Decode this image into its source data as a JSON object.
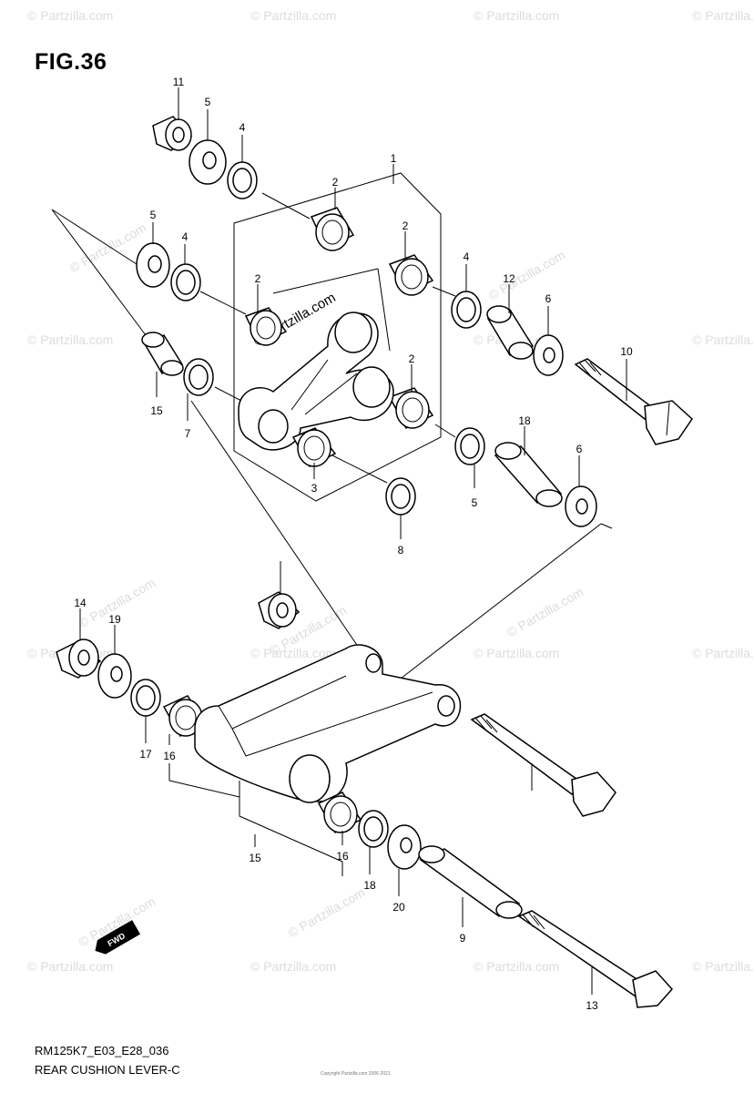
{
  "figure": {
    "title": "FIG.36"
  },
  "footer": {
    "model_code": "RM125K7_E03_E28_036",
    "diagram_name": "REAR CUSHION LEVER-C",
    "copyright": "Copyright Partzilla.com 2006-2021"
  },
  "watermark": {
    "text": "© Partzilla.com"
  },
  "fwd_badge": {
    "text": "FWD"
  },
  "callouts": [
    "1",
    "2",
    "2",
    "2",
    "2",
    "3",
    "4",
    "4",
    "4",
    "5",
    "5",
    "5",
    "6",
    "6",
    "7",
    "8",
    "9",
    "10",
    "11",
    "12",
    "13",
    "14",
    "15",
    "15",
    "16",
    "16",
    "17",
    "18",
    "18",
    "19",
    "20"
  ]
}
